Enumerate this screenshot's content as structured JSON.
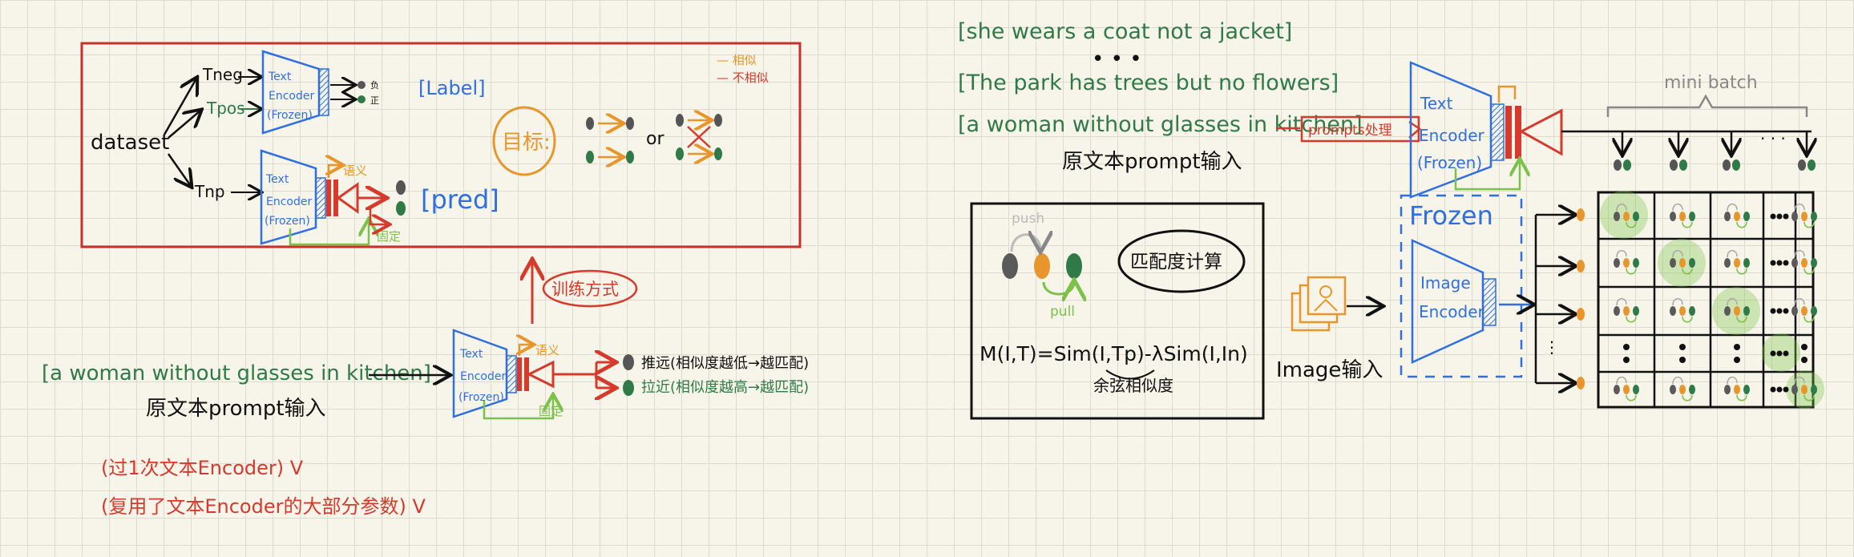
{
  "left_panel": {
    "dataset": "dataset",
    "t_neg": "Tneg",
    "t_pos": "Tpos",
    "t_np": "Tnp",
    "enc_text": "Text",
    "enc_encoder": "Encoder",
    "enc_frozen": "(Frozen)",
    "label": "[Label]",
    "pred": "[pred]",
    "target": "目标:",
    "or": "or",
    "legend_similar": "— 相似",
    "legend_dissimilar": "— 不相似",
    "mark_neg": "负",
    "mark_pos": "正",
    "word_semantic": "语义",
    "word_fixed": "固定"
  },
  "training_method": "训练方式",
  "bottom_left": {
    "prompt": "[a woman without glasses in kitchen]",
    "prompt_caption": "原文本prompt输入",
    "push_text": "推远(相似度越低→越匹配)",
    "pull_text": "拉近(相似度越高→越匹配)",
    "note1": "(过1次文本Encoder) V",
    "note2": "(复用了文本Encoder的大部分参数) V"
  },
  "right_top": {
    "prompt1": "[she wears a coat not a jacket]",
    "ellipsis": "• • •",
    "prompt2": "[The park has trees but no flowers]",
    "prompt3": "[a woman without glasses in kitchen]",
    "prompt_caption": "原文本prompt输入",
    "process_label": "prompts处理",
    "mini_batch": "mini batch",
    "frozen": "Frozen"
  },
  "match_box": {
    "title": "匹配度计算",
    "push": "push",
    "pull": "pull",
    "formula": "M(I,T)=Sim(I,Tp)-λSim(I,In)",
    "formula_caption": "余弦相似度"
  },
  "image_input": {
    "label": "Image输入",
    "enc_image": "Image",
    "enc_encoder": "Encoder"
  },
  "colors": {
    "blue": "#2f6fe0",
    "red": "#d63a2c",
    "green": "#2f7a46",
    "orange": "#e8962c",
    "lightgreen": "#7cc24a",
    "gray": "#5a5a5a",
    "purple": "#7a3fd0"
  }
}
